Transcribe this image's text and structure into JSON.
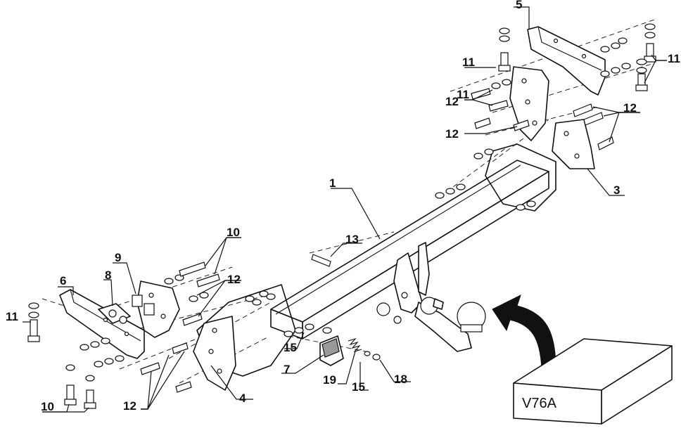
{
  "callouts": [
    {
      "id": "c1",
      "label": "1"
    },
    {
      "id": "c3",
      "label": "3"
    },
    {
      "id": "c4",
      "label": "4"
    },
    {
      "id": "c5",
      "label": "5"
    },
    {
      "id": "c6",
      "label": "6"
    },
    {
      "id": "c7",
      "label": "7"
    },
    {
      "id": "c8",
      "label": "8"
    },
    {
      "id": "c9",
      "label": "9"
    },
    {
      "id": "c10a",
      "label": "10"
    },
    {
      "id": "c10b",
      "label": "10"
    },
    {
      "id": "c11a",
      "label": "11"
    },
    {
      "id": "c11b",
      "label": "11"
    },
    {
      "id": "c11c",
      "label": "11"
    },
    {
      "id": "c12a",
      "label": "12"
    },
    {
      "id": "c12b",
      "label": "12"
    },
    {
      "id": "c12c",
      "label": "12"
    },
    {
      "id": "c12d",
      "label": "12"
    },
    {
      "id": "c13",
      "label": "13"
    },
    {
      "id": "c15a",
      "label": "15"
    },
    {
      "id": "c15b",
      "label": "15"
    },
    {
      "id": "c18",
      "label": "18"
    },
    {
      "id": "c19",
      "label": "19"
    }
  ],
  "product_box": {
    "label": "V76A"
  }
}
